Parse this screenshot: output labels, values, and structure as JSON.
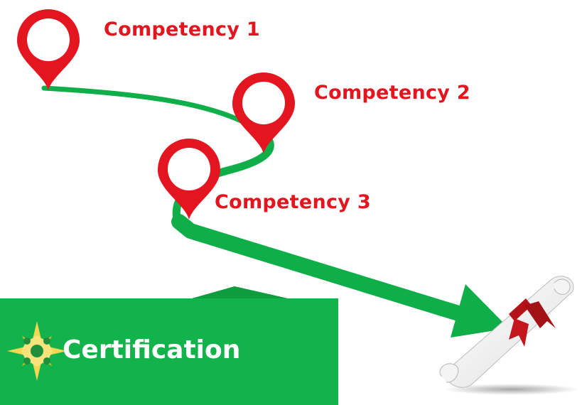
{
  "labels": {
    "competency_1": "Competency 1",
    "competency_2": "Competency 2",
    "competency_3": "Competency 3",
    "certification": "Certification"
  },
  "colors": {
    "pin_red": "#e3151f",
    "path_green": "#0fae48",
    "banner_green": "#12b34a",
    "banner_dark_green": "#0a8a37",
    "label_red": "#e3151f",
    "diploma_ribbon": "#b31318"
  },
  "icons": {
    "pin": "location-pin-icon",
    "badge": "star-badge-icon",
    "diploma": "diploma-scroll-icon"
  }
}
